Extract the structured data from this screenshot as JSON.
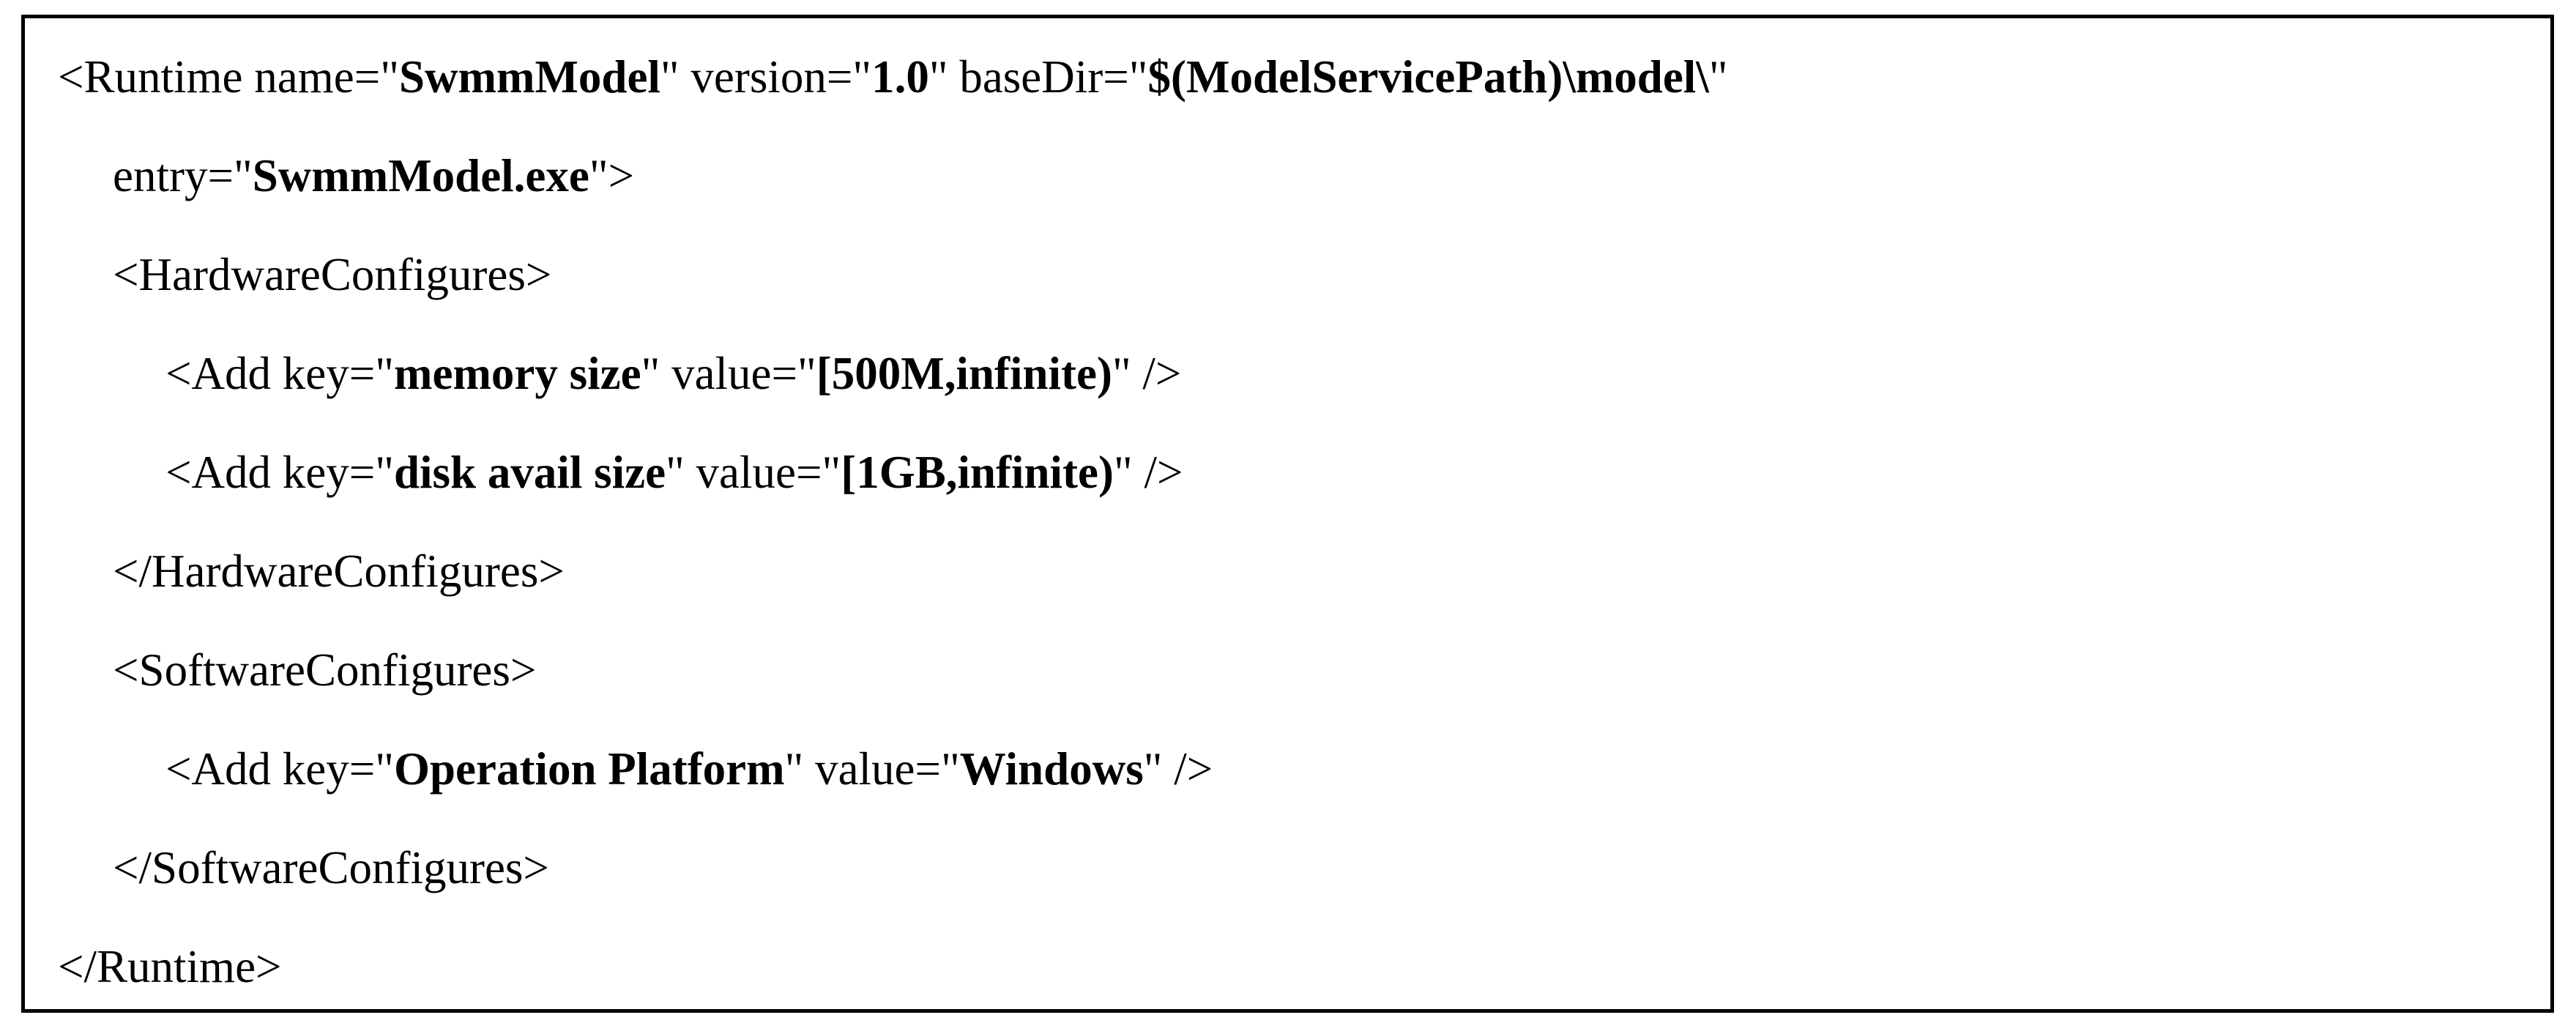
{
  "document": {
    "type": "xml-configuration-listing",
    "border_color": "#000000",
    "text_color": "#000000",
    "background_color": "#ffffff",
    "lines": [
      {
        "indent": 0,
        "segments": [
          {
            "text": "<Runtime name=",
            "bold": false
          },
          {
            "text": "\"",
            "bold": false
          },
          {
            "text": "SwmmModel",
            "bold": true
          },
          {
            "text": "\"",
            "bold": false
          },
          {
            "text": " version=",
            "bold": false
          },
          {
            "text": "\"",
            "bold": false
          },
          {
            "text": "1.0",
            "bold": true
          },
          {
            "text": "\"",
            "bold": false
          },
          {
            "text": " baseDir=",
            "bold": false
          },
          {
            "text": "\"",
            "bold": false
          },
          {
            "text": "$(ModelServicePath)\\model\\",
            "bold": true
          },
          {
            "text": "\"",
            "bold": false
          }
        ]
      },
      {
        "indent": 1,
        "segments": [
          {
            "text": "entry=",
            "bold": false
          },
          {
            "text": "\"",
            "bold": false
          },
          {
            "text": "SwmmModel.exe",
            "bold": true
          },
          {
            "text": "\"",
            "bold": false
          },
          {
            "text": ">",
            "bold": false
          }
        ]
      },
      {
        "indent": 1,
        "segments": [
          {
            "text": "<HardwareConfigures>",
            "bold": false
          }
        ]
      },
      {
        "indent": 2,
        "segments": [
          {
            "text": "<Add key=",
            "bold": false
          },
          {
            "text": "\"",
            "bold": false
          },
          {
            "text": "memory size",
            "bold": true
          },
          {
            "text": "\"",
            "bold": false
          },
          {
            "text": " value=",
            "bold": false
          },
          {
            "text": "\"",
            "bold": false
          },
          {
            "text": "[500M,infinite)",
            "bold": true
          },
          {
            "text": "\"",
            "bold": false
          },
          {
            "text": " />",
            "bold": false
          }
        ]
      },
      {
        "indent": 2,
        "segments": [
          {
            "text": "<Add key=",
            "bold": false
          },
          {
            "text": "\"",
            "bold": false
          },
          {
            "text": "disk avail size",
            "bold": true
          },
          {
            "text": "\"",
            "bold": false
          },
          {
            "text": " value=",
            "bold": false
          },
          {
            "text": "\"",
            "bold": false
          },
          {
            "text": "[1GB,infinite)",
            "bold": true
          },
          {
            "text": "\"",
            "bold": false
          },
          {
            "text": " />",
            "bold": false
          }
        ]
      },
      {
        "indent": 1,
        "segments": [
          {
            "text": "</HardwareConfigures>",
            "bold": false
          }
        ]
      },
      {
        "indent": 1,
        "segments": [
          {
            "text": "<SoftwareConfigures>",
            "bold": false
          }
        ]
      },
      {
        "indent": 2,
        "segments": [
          {
            "text": "<Add key=",
            "bold": false
          },
          {
            "text": "\"",
            "bold": false
          },
          {
            "text": "Operation Platform",
            "bold": true
          },
          {
            "text": "\"",
            "bold": false
          },
          {
            "text": " value=",
            "bold": false
          },
          {
            "text": "\"",
            "bold": false
          },
          {
            "text": "Windows",
            "bold": true
          },
          {
            "text": "\"",
            "bold": false
          },
          {
            "text": " />",
            "bold": false
          }
        ]
      },
      {
        "indent": 1,
        "segments": [
          {
            "text": "</SoftwareConfigures>",
            "bold": false
          }
        ]
      },
      {
        "indent": 0,
        "segments": [
          {
            "text": "</Runtime>",
            "bold": false
          }
        ]
      }
    ]
  }
}
